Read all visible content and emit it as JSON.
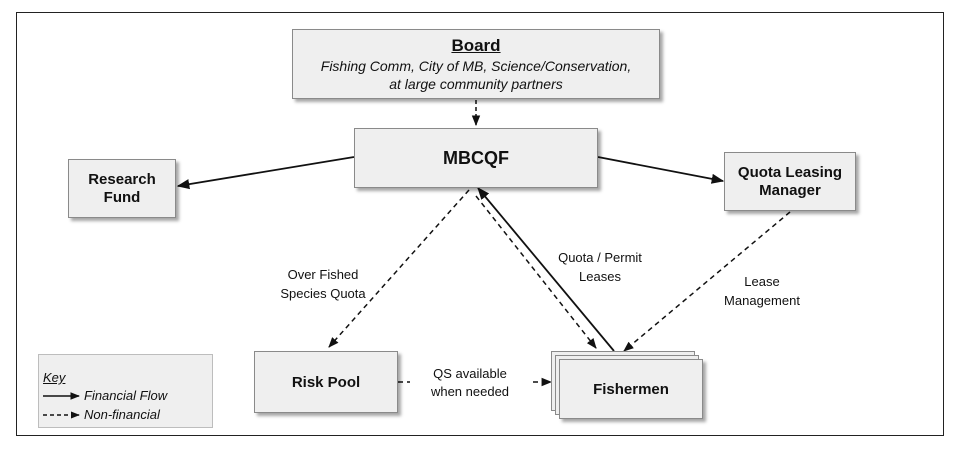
{
  "board": {
    "title": "Board",
    "subtitle_line1": "Fishing Comm, City of MB, Science/Conservation,",
    "subtitle_line2": "at large community partners"
  },
  "nodes": {
    "mbcqf": "MBCQF",
    "research_fund_line1": "Research",
    "research_fund_line2": "Fund",
    "quota_manager_line1": "Quota Leasing",
    "quota_manager_line2": "Manager",
    "risk_pool": "Risk Pool",
    "fishermen": "Fishermen"
  },
  "edge_labels": {
    "overfished_line1": "Over Fished",
    "overfished_line2": "Species Quota",
    "quota_permit_line1": "Quota / Permit",
    "quota_permit_line2": "Leases",
    "lease_line1": "Lease",
    "lease_line2": "Management",
    "qs_line1": "QS available",
    "qs_line2": "when needed"
  },
  "key": {
    "title": "Key",
    "financial": "Financial Flow",
    "nonfinancial": "Non-financial"
  }
}
